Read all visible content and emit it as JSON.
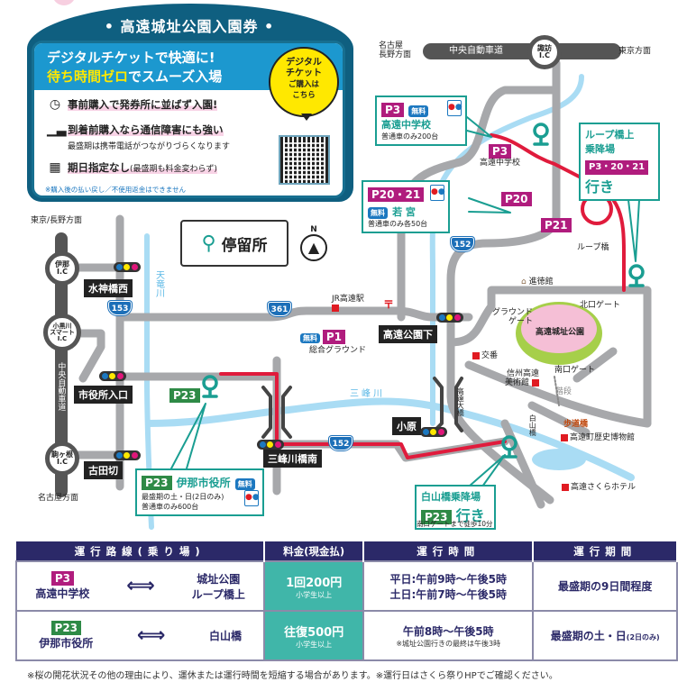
{
  "ticket": {
    "title": "• 高遠城址公園入園券 •",
    "headline1": "デジタルチケットで快適に!",
    "headline2_highlight": "待ち時間ゼロ",
    "headline2_rest": "でスムーズ入場",
    "features": [
      {
        "icon": "clock-icon",
        "text": "事前購入で発券所に並ばず入園!"
      },
      {
        "icon": "signal-icon",
        "text": "到着前購入なら通信障害にも強い",
        "sub": "最盛期は携帯電話がつながりづらくなります"
      },
      {
        "icon": "calendar-icon",
        "text": "期日指定なし",
        "note": "(最盛期も料金変わらず)"
      }
    ],
    "disclaimer": "※購入後の払い戻し／不使用返金はできません",
    "bubble": [
      "デジタル",
      "チケット",
      "ご購入は",
      "こちら"
    ]
  },
  "map": {
    "legend_stop": "停留所",
    "north": "N",
    "tokyo_nagano_dir": "東京/長野方面",
    "nagoya_dir": "名古屋方面",
    "nagoya_nagano_dir": [
      "名古屋",
      "長野方面"
    ],
    "tokyo_dir": "東京方面",
    "chuo_expressway": "中央自動車道",
    "suwa_ic": [
      "諏訪",
      "I.C"
    ],
    "ina_ic": [
      "伊那",
      "I.C"
    ],
    "oguro_ic": [
      "小黒川",
      "スマート",
      "I.C"
    ],
    "komagane_ic": [
      "駒ヶ根",
      "I.C"
    ],
    "suijinbashi": "水神橋西",
    "shiyakusho_iriguchi": "市役所入口",
    "furutagiri": "古田切",
    "tenryu": "天竜川",
    "route153": "153",
    "route361": "361",
    "route152": "152",
    "jr_station": "JR高遠駅",
    "koen_shita": "高遠公園下",
    "p1_free": "無料",
    "p1": "P1",
    "p1_name": "総合グラウンド",
    "mibu_river": "三峰川",
    "mibu_bridge_south": "三峰川橋南",
    "ohara": "小原",
    "takato_ohashi": "高遠大橋",
    "p23": "P23",
    "p23_box": {
      "badge": "P23",
      "name": "伊那市役所",
      "free": "無料",
      "line1": "最盛期の土・日(2日のみ)",
      "line2": "普通車のみ600台"
    },
    "hakusan_box": {
      "title": "白山橋乗降場",
      "badge": "P23",
      "dest": "行き",
      "walk": "南口ゲートまで徒歩10分"
    },
    "koban": "交番",
    "museum_art": [
      "信州高遠",
      "美術館"
    ],
    "stairs": "階段",
    "footbridge": "歩道橋",
    "hakusanbashi": "白山橋",
    "history_museum": "高遠町歴史博物館",
    "hotel": "高遠さくらホテル",
    "shintokukan": "進徳館",
    "north_gate": "北口ゲート",
    "ground_gate": [
      "グラウンド",
      "ゲート"
    ],
    "park": "高遠城址公園",
    "south_gate": "南口ゲート",
    "loop_bridge": "ループ橋",
    "p3_box": {
      "badge": "P3",
      "free": "無料",
      "name": "高遠中学校",
      "cap": "普通車のみ200台"
    },
    "p3": "P3",
    "p3_name": "高遠中学校",
    "p20": "P20",
    "p21": "P21",
    "p2021_box": {
      "badge": "P20・21",
      "free": "無料",
      "name": "若 宮",
      "cap": "普通車のみ各50台"
    },
    "loop_stop_box": {
      "title1": "ループ橋上",
      "title2": "乗降場",
      "badge": "P3・20・21",
      "dest": "行き"
    }
  },
  "table": {
    "headers": [
      "運行路線(乗り場)",
      "料金(現金払)",
      "運行時間",
      "運行期間"
    ],
    "rows": [
      {
        "badge": "P3",
        "from": "高遠中学校",
        "to": [
          "城址公園",
          "ループ橋上"
        ],
        "fee": "1回200円",
        "fee_note": "小学生以上",
        "time": [
          "平日:午前9時〜午後5時",
          "土日:午前7時〜午後5時"
        ],
        "period": "最盛期の9日間程度"
      },
      {
        "badge": "P23",
        "from": "伊那市役所",
        "to": [
          "白山橋"
        ],
        "fee": "往復500円",
        "fee_note": "小学生以上",
        "time": [
          "午前8時〜午後5時"
        ],
        "time_note": "※城址公園行きの最終は午後3時",
        "period": "最盛期の土・日",
        "period_note": "(2日のみ)"
      }
    ]
  },
  "footnote": "※桜の開花状況その他の理由により、運休または運行時間を短縮する場合があります。※運行日はさくら祭りHPでご確認ください。",
  "colors": {
    "road": "#a7a8ab",
    "river": "#a9dcf4",
    "route": "#e01b3c",
    "teal": "#1a9e92",
    "magenta": "#b01c7d",
    "green": "#2e8a46",
    "navy": "#2b2968"
  }
}
